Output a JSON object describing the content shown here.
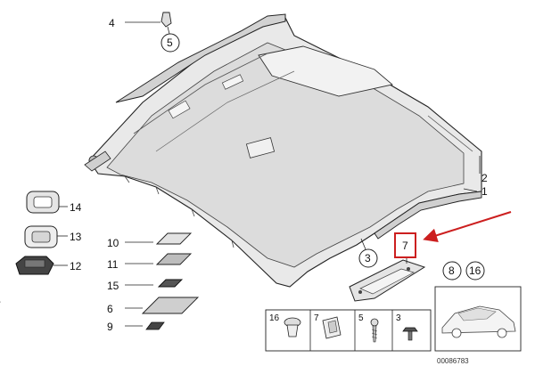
{
  "callouts": {
    "p1": "1",
    "p2": "2",
    "p3": "3",
    "p4": "4",
    "p5": "5",
    "p6": "6",
    "p7": "7",
    "p8": "8",
    "p9": "9",
    "p10": "10",
    "p11": "11",
    "p12": "12",
    "p13": "13",
    "p14": "14",
    "p15": "15",
    "p16": "16"
  },
  "hardware_strip": {
    "labels": [
      "16",
      "7",
      "5",
      "3"
    ]
  },
  "reference_number": "00086783",
  "colors": {
    "line": "#222222",
    "panel_fill": "#e6e6e6",
    "panel_shade": "#cfcfcf",
    "highlight": "#cc1f1f"
  }
}
